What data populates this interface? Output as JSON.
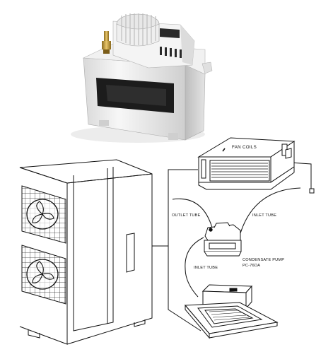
{
  "labels": {
    "fan_coils": "FAN COILS",
    "outlet_tube": "OUTLET TUBE",
    "inlet_tube_upper": "INLET TUBE",
    "inlet_tube_lower": "INLET TUBE",
    "pump_name": "CONDENSATE PUMP",
    "pump_model": "PC-76DA"
  },
  "icons": {
    "product": "condensate-pump-photo",
    "outdoor_unit": "outdoor-condenser-unit",
    "fan_coil": "fan-coil-unit",
    "cassette": "ceiling-cassette-unit"
  }
}
